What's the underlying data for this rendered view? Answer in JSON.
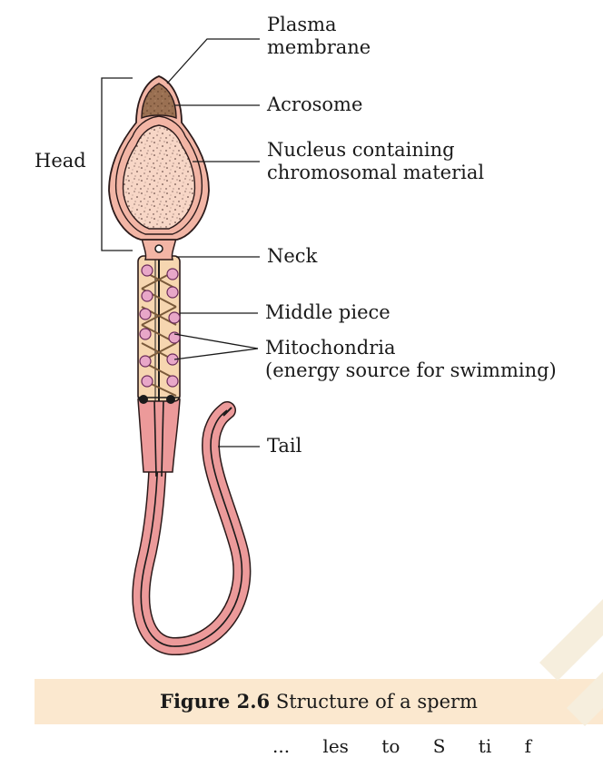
{
  "labels": {
    "plasma_membrane": [
      "Plasma",
      "membrane"
    ],
    "acrosome": "Acrosome",
    "nucleus": [
      "Nucleus containing",
      "chromosomal material"
    ],
    "head": "Head",
    "neck": "Neck",
    "middle_piece": "Middle piece",
    "mitochondria": [
      "Mitochondria",
      "(energy source for swimming)"
    ],
    "tail": "Tail"
  },
  "caption": {
    "number": "Figure 2.6",
    "text": "Structure of a sperm"
  },
  "footer_fragment": "... les to  S  ti     f",
  "colors": {
    "membrane": "#f2b5a5",
    "acrosome": "#9a7052",
    "nucleus": "#f7d6c6",
    "middle_piece": "#f6d6b0",
    "tail": "#ec9a9a",
    "mitochondria": "#e8a7c8",
    "caption_band": "#fbe8cf"
  }
}
